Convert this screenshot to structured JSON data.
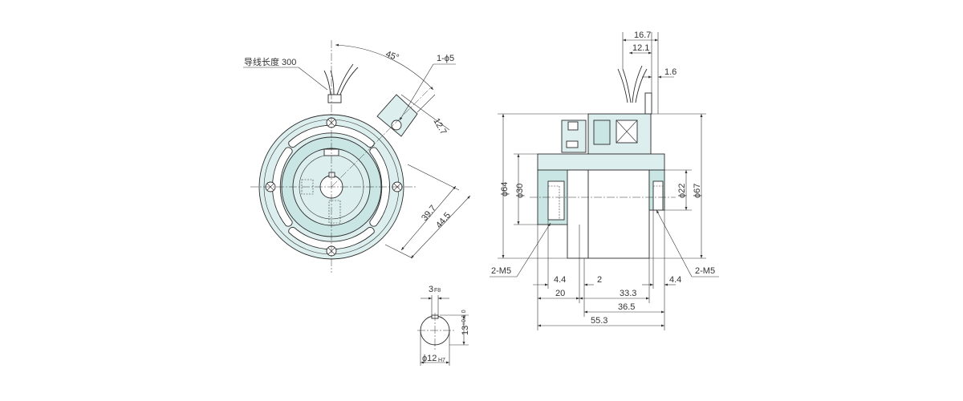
{
  "front_view": {
    "lead_wire_label": "导线长度 300",
    "angle_label": "45°",
    "hole_label": "1-ϕ5",
    "dim_12_7": "12.7",
    "dim_39_7": "39.7",
    "dim_44_5": "44.5"
  },
  "keyway_view": {
    "width_label": "3",
    "width_tol": "F8",
    "height_label": "13",
    "height_tol": "+0.1 0",
    "bore_label": "ϕ12",
    "bore_tol": "H7"
  },
  "side_view": {
    "dim_16_7": "16.7",
    "dim_12_1": "12.1",
    "dim_1_6": "1.6",
    "dia_64": "ϕ64",
    "dia_30": "ϕ30",
    "dia_22": "ϕ22",
    "dia_67": "ϕ67",
    "tap_left": "2-M5",
    "tap_right": "2-M5",
    "dim_4_4_left": "4.4",
    "dim_2": "2",
    "dim_4_4_right": "4.4",
    "dim_20": "20",
    "dim_33_3": "33.3",
    "dim_36_5": "36.5",
    "dim_55_3": "55.3"
  }
}
